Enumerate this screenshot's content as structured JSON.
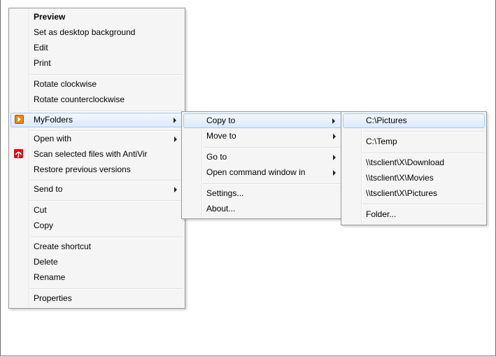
{
  "main_menu": {
    "preview": "Preview",
    "set_desktop_background": "Set as desktop background",
    "edit": "Edit",
    "print": "Print",
    "rotate_clockwise": "Rotate clockwise",
    "rotate_counterclockwise": "Rotate counterclockwise",
    "myfolders": "MyFolders",
    "open_with": "Open with",
    "scan_antivir": "Scan selected files with AntiVir",
    "restore_previous_versions": "Restore previous versions",
    "send_to": "Send to",
    "cut": "Cut",
    "copy": "Copy",
    "create_shortcut": "Create shortcut",
    "delete": "Delete",
    "rename": "Rename",
    "properties": "Properties"
  },
  "myfolders_menu": {
    "copy_to": "Copy to",
    "move_to": "Move to",
    "go_to": "Go to",
    "open_command_window_in": "Open command window in",
    "settings": "Settings...",
    "about": "About..."
  },
  "copyto_menu": {
    "c_pictures": "C:\\Pictures",
    "c_temp": "C:\\Temp",
    "tsclient_download": "\\\\tsclient\\X\\Download",
    "tsclient_movies": "\\\\tsclient\\X\\Movies",
    "tsclient_pictures": "\\\\tsclient\\X\\Pictures",
    "folder": "Folder..."
  },
  "icons": {
    "myfolders": "myfolders-arrow-icon",
    "antivir": "antivir-umbrella-icon",
    "antivir_color": "#d0141a",
    "myfolders_color": "#e8861a"
  }
}
